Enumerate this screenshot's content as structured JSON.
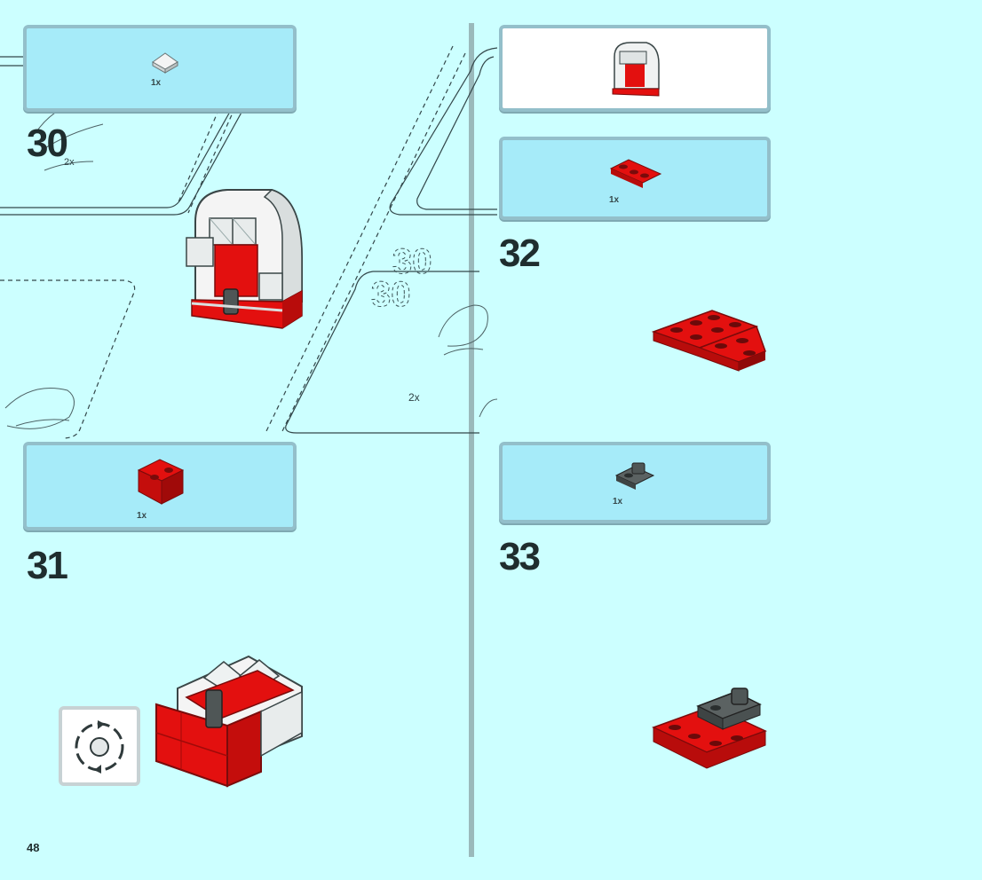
{
  "steps": [
    {
      "number": "30"
    },
    {
      "number": "31"
    },
    {
      "number": "32"
    },
    {
      "number": "33"
    }
  ],
  "callouts": {
    "top_left_qty": "1x",
    "mid_left_qty": "1x",
    "top_right_qty": "1x",
    "lower_right_qty": "1x"
  },
  "ghost_text": {
    "big_number": "30",
    "qty_left": "2x",
    "qty_right": "2x"
  },
  "page_number": "48",
  "colors": {
    "background": "#ccffff",
    "callout_fill": "#a6ebf9",
    "brick_red": "#e3100f",
    "brick_white": "#f4f4f4",
    "brick_dark_gray": "#4f5656"
  },
  "icons": [
    "rotate-model-icon"
  ]
}
